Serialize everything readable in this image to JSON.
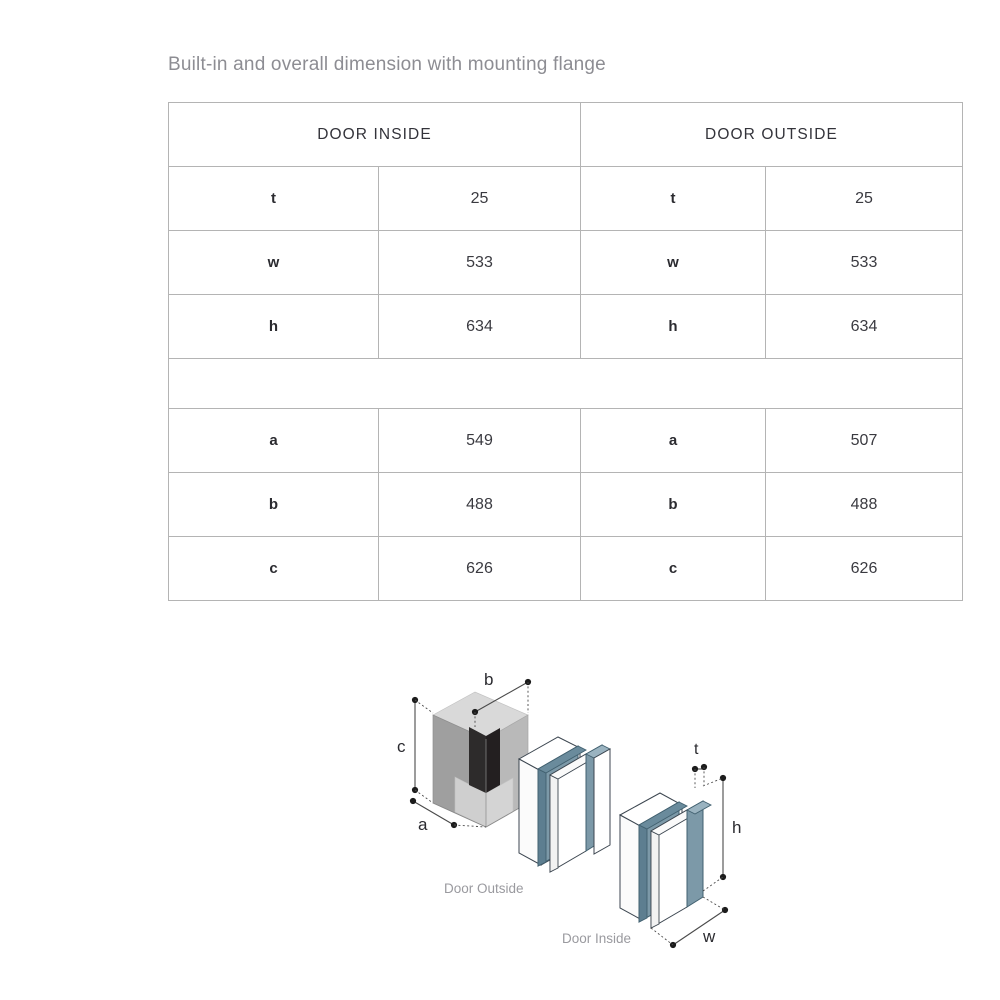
{
  "document": {
    "title": "Built-in and overall dimension with mounting flange"
  },
  "table": {
    "headers": {
      "door_inside": "DOOR INSIDE",
      "door_outside": "DOOR OUTSIDE"
    },
    "group1": [
      {
        "inside_label": "t",
        "inside_value": "25",
        "outside_label": "t",
        "outside_value": "25"
      },
      {
        "inside_label": "w",
        "inside_value": "533",
        "outside_label": "w",
        "outside_value": "533"
      },
      {
        "inside_label": "h",
        "inside_value": "634",
        "outside_label": "h",
        "outside_value": "634"
      }
    ],
    "group2": [
      {
        "inside_label": "a",
        "inside_value": "549",
        "outside_label": "a",
        "outside_value": "507"
      },
      {
        "inside_label": "b",
        "inside_value": "488",
        "outside_label": "b",
        "outside_value": "488"
      },
      {
        "inside_label": "c",
        "inside_value": "626",
        "outside_label": "c",
        "outside_value": "626"
      }
    ]
  },
  "diagram": {
    "captions": {
      "door_outside": "Door Outside",
      "door_inside": "Door Inside"
    },
    "dimension_labels": {
      "b": "b",
      "c": "c",
      "a": "a",
      "t": "t",
      "h": "h",
      "w": "w"
    },
    "colors": {
      "cavity_top": "#d7d7d7",
      "cavity_front": "#aaaaaa",
      "cavity_side": "#999999",
      "cavity_recess": "#2d2b2b",
      "door_panel": "#ffffff",
      "door_frame_steel": "#7c99a8",
      "door_frame_steel_dark": "#5d7e90",
      "outline": "#3c4650",
      "dimension_line": "#4a4a4a",
      "caption_text": "#9a9a9f"
    }
  }
}
